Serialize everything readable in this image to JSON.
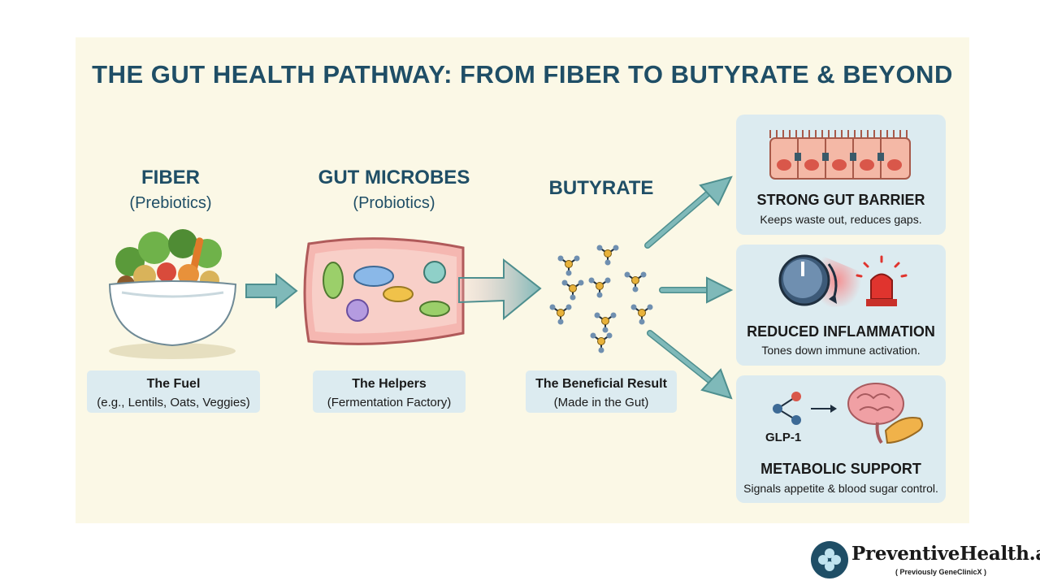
{
  "title": "THE GUT HEALTH PATHWAY: FROM FIBER TO BUTYRATE & BEYOND",
  "stages": [
    {
      "heading": "FIBER",
      "subheading": "(Prebiotics)",
      "caption_title": "The Fuel",
      "caption_text": "(e.g., Lentils, Oats, Veggies)"
    },
    {
      "heading": "GUT MICROBES",
      "subheading": "(Probiotics)",
      "caption_title": "The Helpers",
      "caption_text": "(Fermentation Factory)"
    },
    {
      "heading": "BUTYRATE",
      "subheading": "",
      "caption_title": "The Beneficial Result",
      "caption_text": "(Made in the Gut)"
    }
  ],
  "outcomes": [
    {
      "title": "STRONG GUT BARRIER",
      "text": "Keeps waste out, reduces gaps."
    },
    {
      "title": "REDUCED INFLAMMATION",
      "text": "Tones down immune activation."
    },
    {
      "title": "METABOLIC SUPPORT",
      "text": "Signals appetite & blood sugar control.",
      "label": "GLP-1"
    }
  ],
  "logo": {
    "name": "PreventiveHealth.ai",
    "tagline": "( Previously  GeneClinicX )"
  },
  "colors": {
    "title": "#1f4e66",
    "panel": "#fbf8e6",
    "box": "#dcebf0",
    "arrow": "#7fb9b9"
  },
  "icons": [
    "salad-bowl-icon",
    "intestine-microbes-icon",
    "butyrate-molecules-icon",
    "gut-cells-icon",
    "inflammation-dial-icon",
    "alarm-light-icon",
    "brain-icon",
    "pancreas-icon",
    "molecule-icon"
  ]
}
